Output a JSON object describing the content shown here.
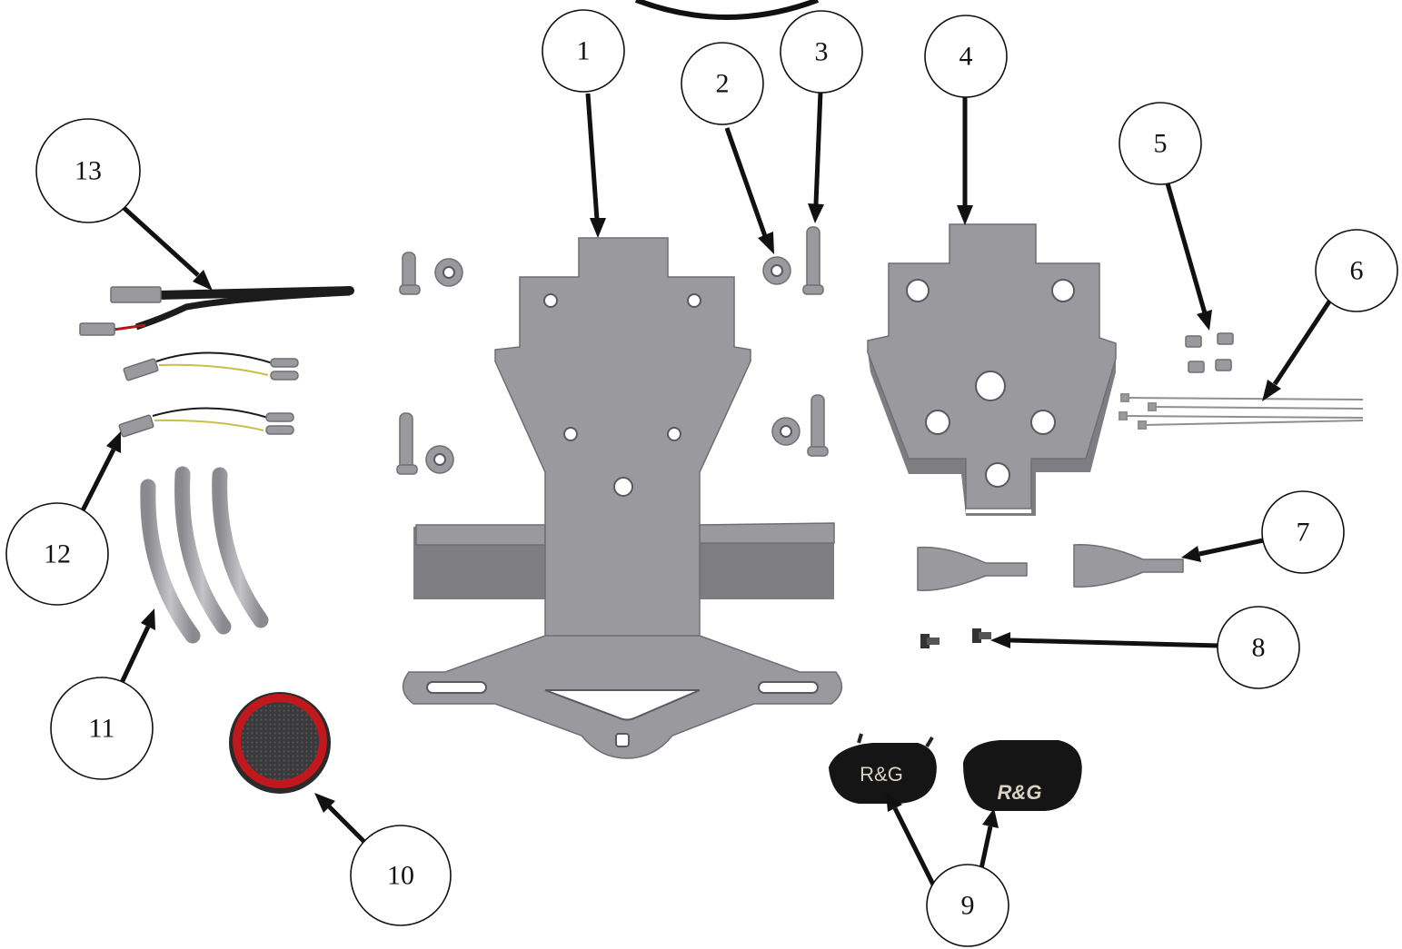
{
  "callouts": [
    {
      "label": "1"
    },
    {
      "label": "2"
    },
    {
      "label": "3"
    },
    {
      "label": "4"
    },
    {
      "label": "5"
    },
    {
      "label": "6"
    },
    {
      "label": "7"
    },
    {
      "label": "8"
    },
    {
      "label": "9"
    },
    {
      "label": "10"
    },
    {
      "label": "11"
    },
    {
      "label": "12"
    },
    {
      "label": "13"
    }
  ],
  "logos": {
    "cap_left": "R&G",
    "cap_right": "R&G"
  },
  "colors": {
    "part": "#9a9a9e",
    "part_edge": "#6f6f73",
    "lens_rim": "#c0181c",
    "lens_face": "#3a3a3c",
    "cap": "#151515",
    "wire_black": "#1a1a1a",
    "wire_yellow": "#c9c04a"
  }
}
